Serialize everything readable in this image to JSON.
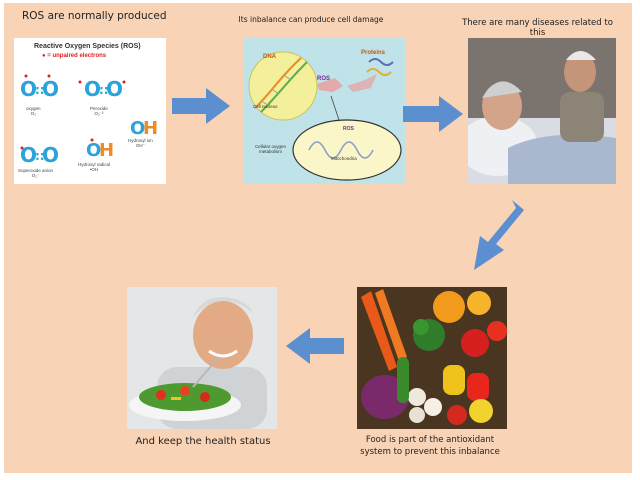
{
  "captions": {
    "ros": "ROS are normally produced",
    "imbalance": "Its inbalance can produce cell damage",
    "diseases": "There are many diseases related to this",
    "food_line1": "Food is part of the antioxidant",
    "food_line2": "system to prevent this inbalance",
    "health": "And keep the health status"
  },
  "ros_panel": {
    "title": "Reactive Oxygen Species (ROS)",
    "legend": "= unpaired electrons",
    "species": [
      {
        "formula": "O::O",
        "name": "oxygen",
        "sub": "O₂"
      },
      {
        "formula": "O::O",
        "name": "Peroxide",
        "sub": "O₂⁻²"
      },
      {
        "formula": "O:H",
        "name": "Hydroxyl ion",
        "sub": "OH⁻"
      },
      {
        "formula": "O::O",
        "name": "Superoxide anion",
        "sub": "O₂⁻"
      },
      {
        "formula": "O:H",
        "name": "Hydroxyl radical",
        "sub": "•OH"
      }
    ]
  },
  "cell_panel": {
    "dna": "DNA",
    "proteins": "Proteins",
    "ros": "ROS",
    "nucleus": "Cell nucleus",
    "metabolism_1": "Cellular oxygen",
    "metabolism_2": "metabolism",
    "mito": "Mitochondria",
    "mito_ros": "ROS"
  },
  "colors": {
    "background": "#f8d3b6",
    "arrow": "#5b8fd0",
    "o_blue": "#29a3d9",
    "h_orange": "#f08a24",
    "electron_red": "#e02020"
  }
}
